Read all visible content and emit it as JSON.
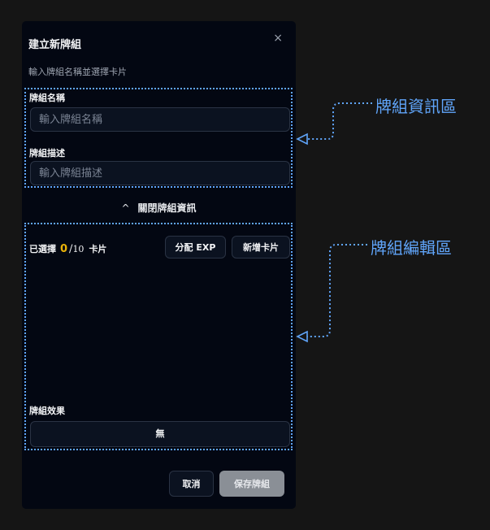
{
  "dialog": {
    "title": "建立新牌組",
    "description": "輸入牌組名稱並選擇卡片",
    "close_symbol": "×"
  },
  "info": {
    "name_label": "牌組名稱",
    "name_placeholder": "輸入牌組名稱",
    "desc_label": "牌組描述",
    "desc_placeholder": "輸入牌組描述"
  },
  "toggle": {
    "chevron": "^",
    "label": "關閉牌組資訊"
  },
  "editor": {
    "selected_prefix": "已選擇",
    "selected_count": "0",
    "selected_separator": "/",
    "selected_max": "10",
    "selected_suffix": "卡片",
    "assign_exp_label": "分配 EXP",
    "add_card_label": "新增卡片",
    "effect_label": "牌組效果",
    "effect_value": "無"
  },
  "footer": {
    "cancel_label": "取消",
    "save_label": "保存牌組"
  },
  "annotations": {
    "info_region": "牌組資訊區",
    "edit_region": "牌組編輯區"
  },
  "colors": {
    "accent": "#60a5fa",
    "count_highlight": "#eab308",
    "dialog_bg": "#030712",
    "page_bg": "#151515"
  }
}
